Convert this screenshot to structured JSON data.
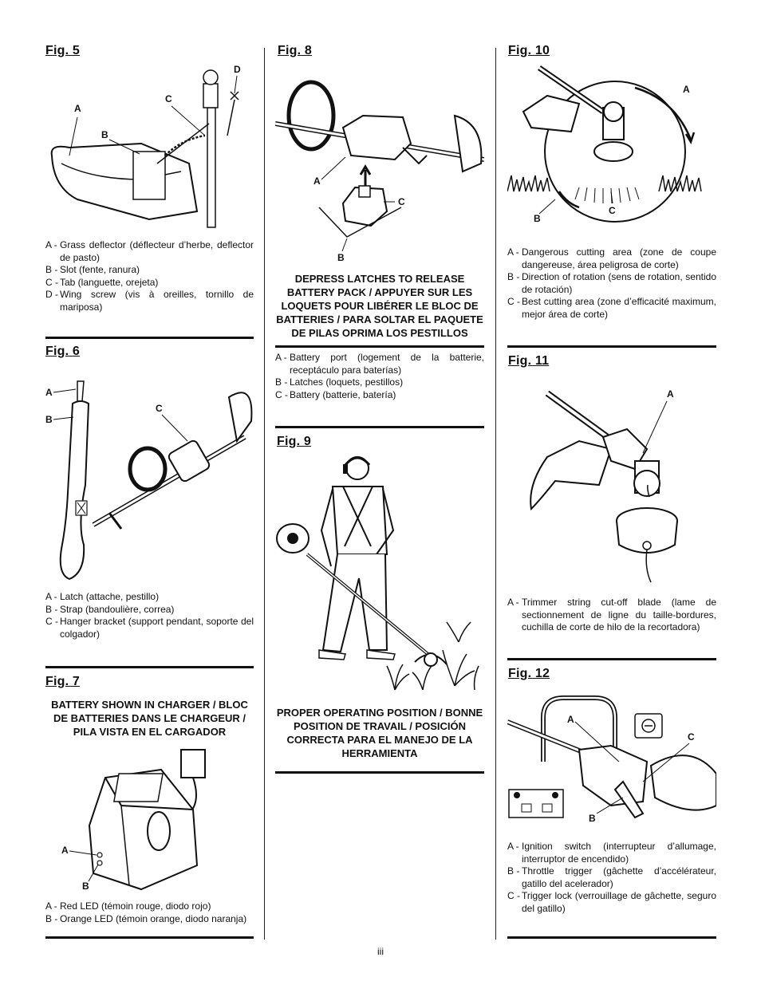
{
  "fig5": {
    "title": "Fig. 5",
    "callouts": {
      "a": "A",
      "b": "B",
      "c": "C",
      "d": "D"
    },
    "items": [
      {
        "key": "A -",
        "text": "Grass deflector (déflecteur d’herbe, deflector de pasto)"
      },
      {
        "key": "B -",
        "text": "Slot (fente, ranura)"
      },
      {
        "key": "C -",
        "text": "Tab (languette, orejeta)"
      },
      {
        "key": "D -",
        "text": "Wing screw (vis à oreilles, tornillo de mariposa)"
      }
    ]
  },
  "fig6": {
    "title": "Fig. 6",
    "callouts": {
      "a": "A",
      "b": "B",
      "c": "C"
    },
    "items": [
      {
        "key": "A -",
        "text": "Latch (attache, pestillo)"
      },
      {
        "key": "B -",
        "text": "Strap (bandoulière, correa)"
      },
      {
        "key": "C -",
        "text": "Hanger bracket (support pendant, soporte del colgador)"
      }
    ]
  },
  "fig7": {
    "title": "Fig. 7",
    "caption": "BATTERY SHOWN IN CHARGER / BLOC DE BATTERIES DANS LE CHARGEUR / PILA VISTA EN EL CARGADOR",
    "callouts": {
      "a": "A",
      "b": "B"
    },
    "items": [
      {
        "key": "A -",
        "text": "Red LED (témoin rouge, diodo rojo)"
      },
      {
        "key": "B -",
        "text": "Orange LED (témoin orange, diodo naranja)"
      }
    ]
  },
  "fig8": {
    "title": "Fig. 8",
    "caption": "DEPRESS LATCHES TO RELEASE BATTERY PACK / APPUYER SUR LES LOQUETS POUR LIBÉRER LE BLOC DE BATTERIES / PARA SOLTAR EL PAQUETE DE PILAS OPRIMA LOS PESTILLOS",
    "callouts": {
      "a": "A",
      "b": "B",
      "c": "C"
    },
    "items": [
      {
        "key": "A -",
        "text": "Battery port (logement de la batterie, receptáculo para baterías)"
      },
      {
        "key": "B -",
        "text": "Latches (loquets, pestillos)"
      },
      {
        "key": "C -",
        "text": "Battery (batterie, batería)"
      }
    ]
  },
  "fig9": {
    "title": "Fig. 9",
    "caption": "PROPER OPERATING POSITION / BONNE POSITION DE TRAVAIL / POSICIÓN CORRECTA PARA EL MANEJO DE LA HERRAMIENTA"
  },
  "fig10": {
    "title": "Fig. 10",
    "callouts": {
      "a": "A",
      "b": "B",
      "c": "C"
    },
    "items": [
      {
        "key": "A -",
        "text": "Dangerous cutting area (zone de coupe dangereuse, área peligrosa de corte)"
      },
      {
        "key": "B -",
        "text": "Direction of rotation (sens de rotation, sentido de rotación)"
      },
      {
        "key": "C -",
        "text": "Best cutting area (zone d’efficacité maximum, mejor área de corte)"
      }
    ]
  },
  "fig11": {
    "title": "Fig. 11",
    "callouts": {
      "a": "A"
    },
    "items": [
      {
        "key": "A -",
        "text": "Trimmer string cut-off blade (lame de sectionnement de ligne du taille-bordures, cuchilla de corte de hilo de la recortadora)"
      }
    ]
  },
  "fig12": {
    "title": "Fig. 12",
    "callouts": {
      "a": "A",
      "b": "B",
      "c": "C"
    },
    "items": [
      {
        "key": "A -",
        "text": "Ignition switch (interrupteur d’allumage, interruptor de encendido)"
      },
      {
        "key": "B -",
        "text": "Throttle trigger (gâchette d’accélérateur, gatillo del acelerador)"
      },
      {
        "key": "C -",
        "text": "Trigger lock (verrouillage de gâchette, seguro del gatillo)"
      }
    ]
  },
  "page_number": "iii"
}
